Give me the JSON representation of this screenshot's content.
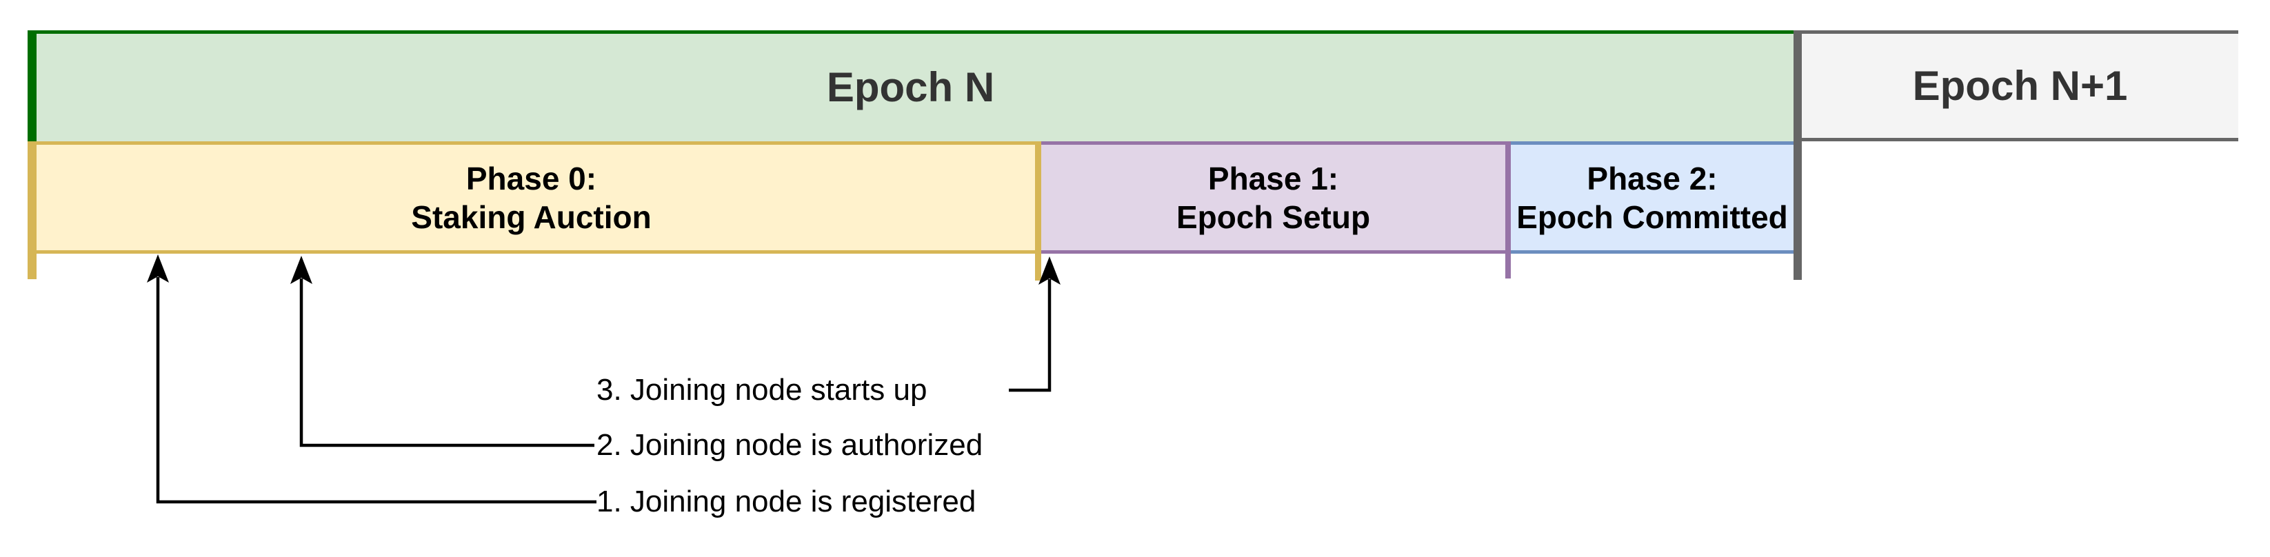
{
  "diagram": {
    "description": "Epoch phase timeline diagram"
  },
  "epochs": [
    {
      "label": "Epoch N"
    },
    {
      "label": "Epoch N+1"
    }
  ],
  "phases": [
    {
      "line1": "Phase 0:",
      "line2": "Staking Auction"
    },
    {
      "line1": "Phase 1:",
      "line2": "Epoch Setup"
    },
    {
      "line1": "Phase 2:",
      "line2": "Epoch Committed"
    }
  ],
  "annotations": [
    {
      "label": "1. Joining node is registered"
    },
    {
      "label": "2. Joining node is authorized"
    },
    {
      "label": "3. Joining node starts up"
    }
  ],
  "colors": {
    "epoch_n_fill": "#d5e8d4",
    "epoch_n_border": "#006e00",
    "epoch_n1_fill": "#f4f4f4",
    "epoch_n1_border": "#666666",
    "phase0_fill": "#fff2cc",
    "phase0_border": "#d6b656",
    "phase1_fill": "#e1d5e7",
    "phase1_border": "#9673a6",
    "phase2_fill": "#dae8fc",
    "phase2_border": "#6c8ebf",
    "arrow_color": "#000000",
    "text_dark": "#333333",
    "text_black": "#000000"
  }
}
